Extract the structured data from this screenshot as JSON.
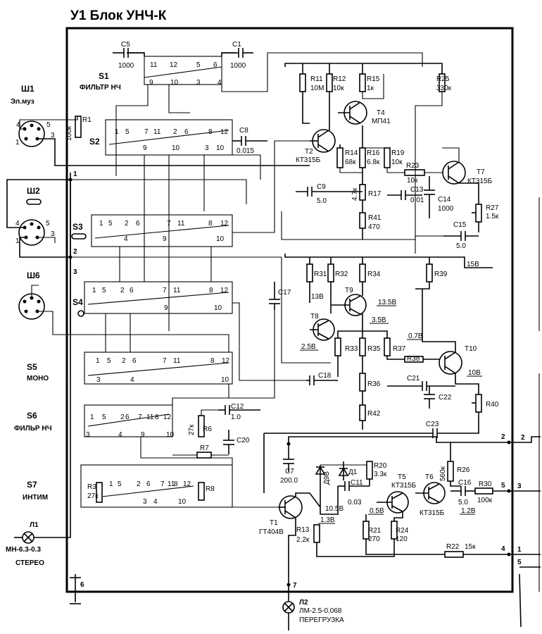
{
  "title": "У1 Блок УНЧ-К",
  "side_blocks": {
    "s1": {
      "name": "S1",
      "desc": "ФИЛЬТР НЧ"
    },
    "s2": {
      "name": "S2"
    },
    "s3": {
      "name": "S3"
    },
    "s4": {
      "name": "S4"
    },
    "s5": {
      "name": "S5",
      "desc": "МОНО"
    },
    "s6": {
      "name": "S6",
      "desc": "ФИЛЬР НЧ"
    },
    "s7": {
      "name": "S7",
      "desc": "ИНТИМ"
    },
    "sh1": {
      "name": "Ш1",
      "desc": "Эл.муз"
    },
    "sh2": {
      "name": "Ш2"
    },
    "sh6": {
      "name": "Ш6"
    },
    "l1": {
      "name": "Л1",
      "desc": "МН-6.3-0.3",
      "extra": "СТЕРЕО"
    },
    "l2": {
      "name": "Л2",
      "desc": "ЛМ-2.5-0.068",
      "extra": "ПЕРЕГРУЗКА"
    }
  },
  "capacitors": {
    "c5": {
      "ref": "C5",
      "val": "1000"
    },
    "c1": {
      "ref": "C1",
      "val": "1000"
    },
    "c8": {
      "ref": "C8",
      "val": "0.015"
    },
    "c9": {
      "ref": "C9",
      "val": "5.0"
    },
    "c13": {
      "ref": "C13",
      "val": "0.01"
    },
    "c14": {
      "ref": "C14",
      "val": "1000"
    },
    "c15": {
      "ref": "C15",
      "val": "5.0"
    },
    "c17": {
      "ref": "C17"
    },
    "c18": {
      "ref": "C18"
    },
    "c21": {
      "ref": "C21"
    },
    "c22": {
      "ref": "C22"
    },
    "c23": {
      "ref": "C23"
    },
    "c12": {
      "ref": "C12",
      "val": "1.0"
    },
    "c20": {
      "ref": "C20"
    },
    "c7": {
      "ref": "C7",
      "val": "200.0"
    },
    "c11": {
      "ref": "C11",
      "val": "0.03"
    },
    "c16": {
      "ref": "C16",
      "val": "5.0"
    }
  },
  "resistors": {
    "r1": {
      "ref": "R1",
      "val": "100к"
    },
    "r11": {
      "ref": "R11",
      "val": "10М"
    },
    "r12": {
      "ref": "R12",
      "val": "10к"
    },
    "r15": {
      "ref": "R15",
      "val": "1к"
    },
    "r25": {
      "ref": "R25",
      "val": "330к"
    },
    "r14": {
      "ref": "R14",
      "val": "68к"
    },
    "r16": {
      "ref": "R16",
      "val": "6.8к"
    },
    "r19": {
      "ref": "R19",
      "val": "10к"
    },
    "r23": {
      "ref": "R23",
      "val": "10к"
    },
    "r17": {
      "ref": "R17",
      "val": "4.7к"
    },
    "r41": {
      "ref": "R41",
      "val": "470"
    },
    "r27": {
      "ref": "R27",
      "val": "1.5к"
    },
    "r31": {
      "ref": "R31"
    },
    "r32": {
      "ref": "R32"
    },
    "r34": {
      "ref": "R34"
    },
    "r39": {
      "ref": "R39"
    },
    "r33": {
      "ref": "R33"
    },
    "r35": {
      "ref": "R35"
    },
    "r37": {
      "ref": "R37"
    },
    "r38": {
      "ref": "R38"
    },
    "r36": {
      "ref": "R36"
    },
    "r42": {
      "ref": "R42"
    },
    "r40": {
      "ref": "R40"
    },
    "r6": {
      "ref": "R6",
      "val": "27к"
    },
    "r7": {
      "ref": "R7"
    },
    "r3": {
      "ref": "R3",
      "val": "27к"
    },
    "r8": {
      "ref": "R8"
    },
    "r20": {
      "ref": "R20",
      "val": "3.3к"
    },
    "r26": {
      "ref": "R26",
      "val": "560к"
    },
    "r30": {
      "ref": "R30",
      "val": "100к"
    },
    "r13": {
      "ref": "R13",
      "val": "2.2к"
    },
    "r21": {
      "ref": "R21",
      "val": "270"
    },
    "r24": {
      "ref": "R24",
      "val": "120"
    },
    "r22": {
      "ref": "R22",
      "val": "15к"
    }
  },
  "transistors": {
    "t4": {
      "ref": "T4",
      "type": "МП41"
    },
    "t2": {
      "ref": "T2",
      "type": "КТ315Б"
    },
    "t7": {
      "ref": "T7",
      "type": "КТ315Б"
    },
    "t9": {
      "ref": "T9"
    },
    "t8": {
      "ref": "T8"
    },
    "t10": {
      "ref": "T10"
    },
    "t1": {
      "ref": "T1",
      "type": "ГТ404В"
    },
    "t5": {
      "ref": "T5",
      "type": "КТ315Б"
    },
    "t6": {
      "ref": "T6",
      "type": "КТ315Б"
    }
  },
  "diodes": {
    "d9v": {
      "ref": "Д9В"
    },
    "d1": {
      "ref": "Д1"
    }
  },
  "voltages": {
    "v15": "15В",
    "v13": "13В",
    "v135": "13.5В",
    "v35": "3.5В",
    "v25": "2.5В",
    "v07": "0.7В",
    "v10": "10В",
    "v105": "10.5В",
    "v13b": "1.3В",
    "v05": "0.5В",
    "v12": "1.2В"
  },
  "switch_pins": [
    "1",
    "5",
    "2",
    "6",
    "7",
    "11",
    "8",
    "12",
    "9",
    "10",
    "3",
    "4"
  ],
  "nodes": {
    "n1": "1",
    "n2": "2",
    "n3": "3",
    "n4": "4",
    "n5": "5",
    "n6": "6",
    "n7": "7"
  },
  "connector_pins": {
    "p1": "1",
    "p2": "2",
    "p3": "3",
    "p4": "4",
    "p5": "5"
  }
}
